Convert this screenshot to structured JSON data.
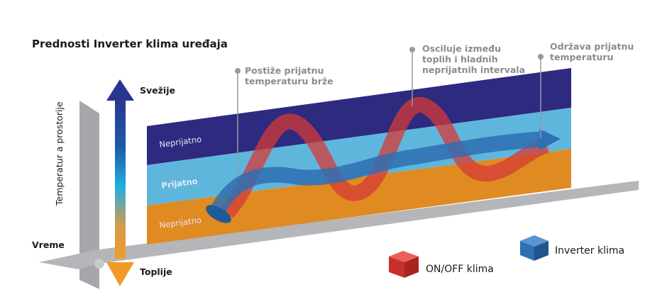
{
  "title": "Prednosti Inverter klima uređaja",
  "axes": {
    "y_label": "Temperatur a prostorije",
    "x_label": "Vreme",
    "top_label": "Svežije",
    "bottom_label": "Toplije"
  },
  "bands": [
    {
      "label": "Neprijatno",
      "color": "#2e2a80"
    },
    {
      "label": "Prijatno",
      "color": "#5fb6dd"
    },
    {
      "label": "Neprijatno",
      "color": "#e08a22"
    }
  ],
  "callouts": [
    {
      "lines": [
        "Postiže prijatnu",
        "temperaturu brže"
      ]
    },
    {
      "lines": [
        "Osciluje između",
        "toplih i hladnih",
        "neprijatnih intervala"
      ]
    },
    {
      "lines": [
        "Održava prijatnu",
        "temperaturu"
      ]
    }
  ],
  "legend": [
    {
      "label": "ON/OFF klima",
      "color": "#d63a35"
    },
    {
      "label": "Inverter klima",
      "color": "#2f6fb3"
    }
  ]
}
